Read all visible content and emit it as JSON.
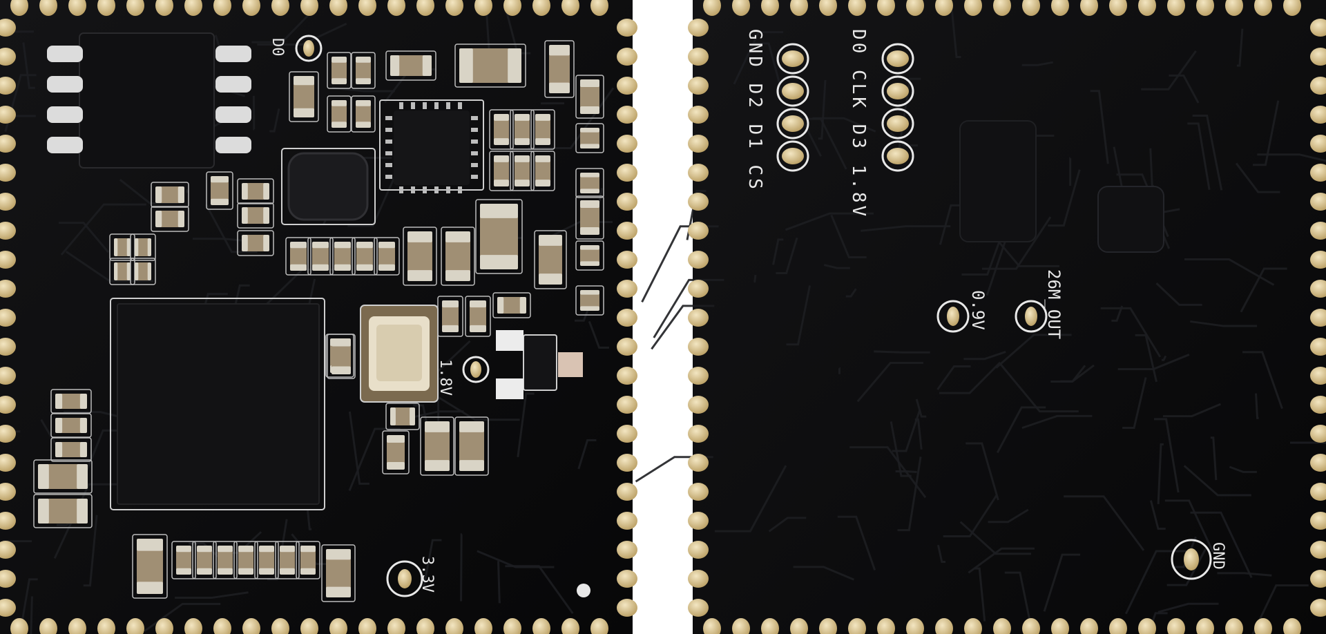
{
  "boards": {
    "front": {
      "labels": {
        "d0": "D0",
        "v18": "1.8V",
        "v33": "3.3V"
      }
    },
    "back": {
      "pin_rows": {
        "left": "GND D2 D1 CS",
        "right": "D0 CLK D3 1.8V"
      },
      "labels": {
        "v09": "0.9V",
        "clk_out": "26M_OUT",
        "gnd": "GND"
      }
    }
  },
  "colors": {
    "pcb": "#0b0b0c",
    "gold_pad": "#d8c08a",
    "silkscreen": "#e8e8e8",
    "trace": "#1b1c1e"
  }
}
